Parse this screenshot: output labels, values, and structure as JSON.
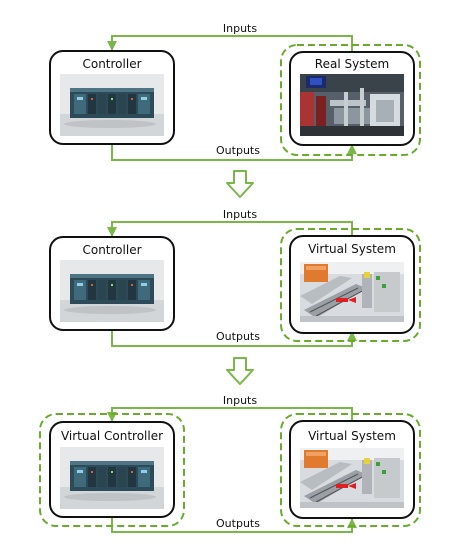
{
  "stages": [
    {
      "inputs_label": "Inputs",
      "outputs_label": "Outputs",
      "left": {
        "title": "Controller",
        "image": "plc-controller-photo",
        "dashed": false
      },
      "right": {
        "title": "Real System",
        "image": "real-system-photo",
        "dashed": true
      }
    },
    {
      "inputs_label": "Inputs",
      "outputs_label": "Outputs",
      "left": {
        "title": "Controller",
        "image": "plc-controller-photo",
        "dashed": false
      },
      "right": {
        "title": "Virtual System",
        "image": "virtual-system-3d-render",
        "dashed": true
      }
    },
    {
      "inputs_label": "Inputs",
      "outputs_label": "Outputs",
      "left": {
        "title": "Virtual Controller",
        "image": "plc-controller-photo",
        "dashed": true
      },
      "right": {
        "title": "Virtual System",
        "image": "virtual-system-3d-render",
        "dashed": true
      }
    }
  ],
  "colors": {
    "connector": "#7ab648",
    "dashed_outline": "#6aab2e",
    "transition_arrow": "#7ab648",
    "box_border": "#111111"
  },
  "icons": {
    "transition": "down-arrow-outline-icon"
  }
}
